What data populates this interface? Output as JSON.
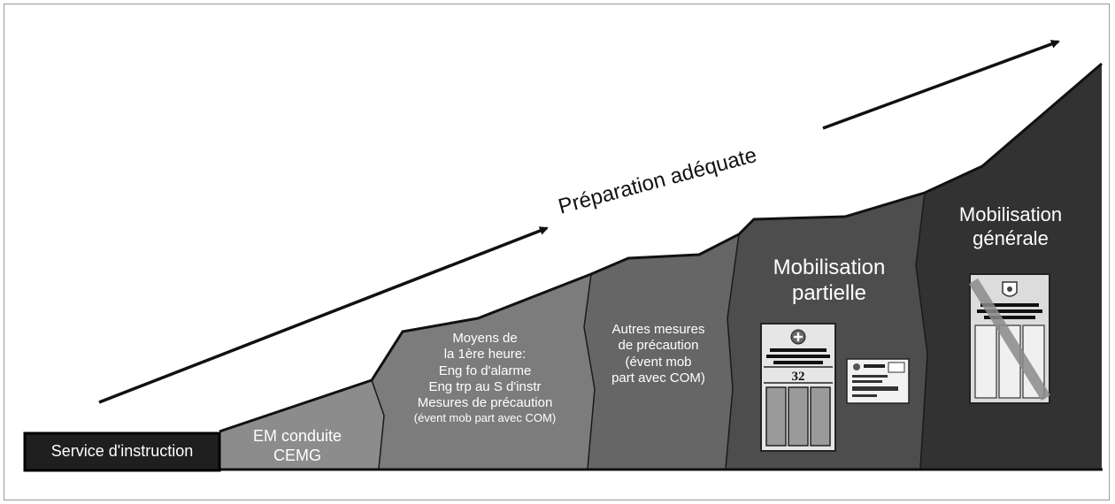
{
  "title": "Préparation adéquate",
  "stages": {
    "service": {
      "label": "Service d'instruction"
    },
    "em": {
      "lines": [
        "EM conduite",
        "CEMG"
      ]
    },
    "moyens": {
      "lines": [
        "Moyens de",
        "la 1ère heure:",
        "Eng fo d'alarme",
        "Eng trp au S d'instr",
        "Mesures de précaution"
      ],
      "note": "(évent mob part avec COM)"
    },
    "autres": {
      "lines": [
        "Autres mesures",
        "de précaution",
        "(évent mob",
        "part avec COM)"
      ]
    },
    "partielle": {
      "lines": [
        "Mobilisation",
        "partielle"
      ],
      "card_number": "32"
    },
    "generale": {
      "lines": [
        "Mobilisation",
        "générale"
      ]
    }
  },
  "colors": {
    "stage_em": "#8c8c8c",
    "stage_moyens": "#7c7c7c",
    "stage_autres": "#666666",
    "stage_partielle": "#4d4d4d",
    "stage_generale": "#323232",
    "service_box": "#1f1f1f"
  }
}
